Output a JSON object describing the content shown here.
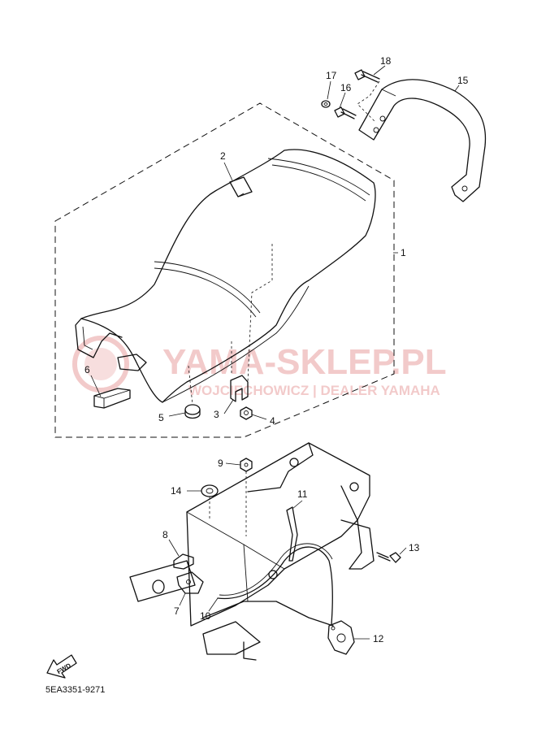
{
  "callouts": {
    "c1": "1",
    "c2": "2",
    "c3": "3",
    "c4": "4",
    "c5": "5",
    "c6": "6",
    "c7": "7",
    "c8": "8",
    "c9": "9",
    "c10": "10",
    "c11": "11",
    "c12": "12",
    "c13": "13",
    "c14": "14",
    "c15": "15",
    "c16": "16",
    "c17": "17",
    "c18": "18"
  },
  "fwd_label": "FWD",
  "diagram_code": "5EA3351-9271",
  "watermark": {
    "title": "YAMA-SKLEP.PL",
    "subtitle": "WOJCIECHOWICZ | DEALER YAMAHA",
    "color": "#e8a0a0"
  }
}
